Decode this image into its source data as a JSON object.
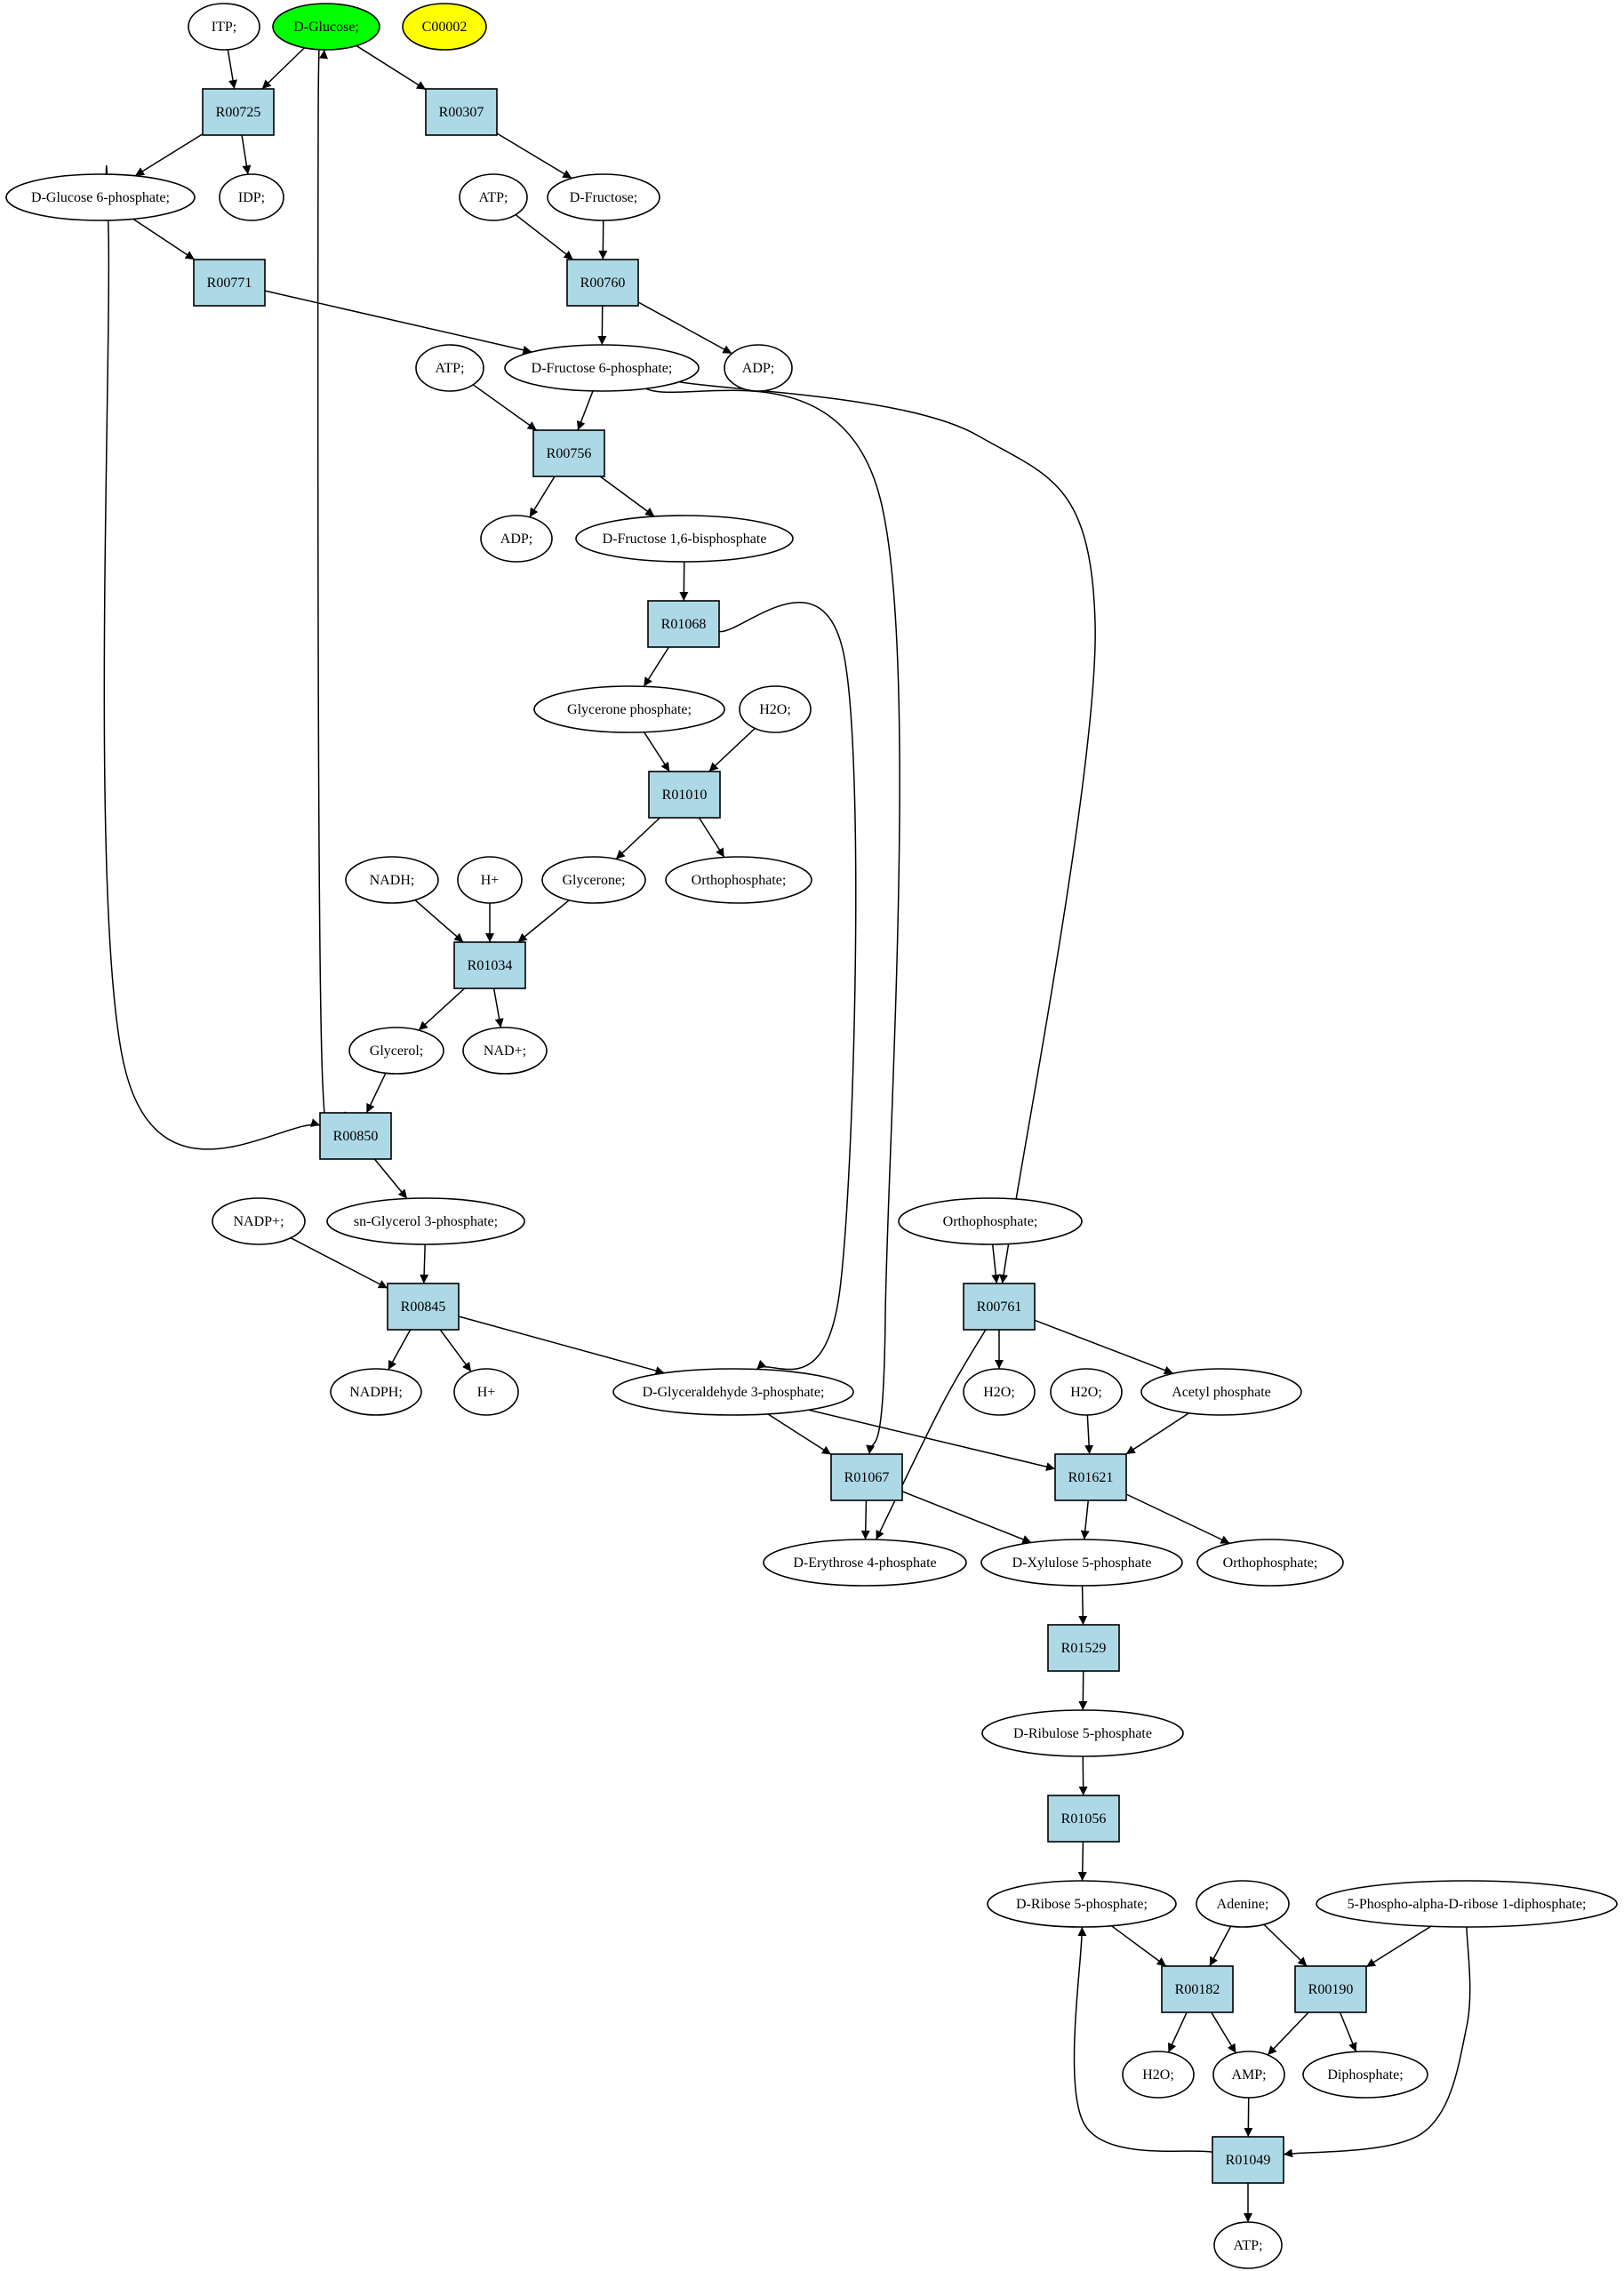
{
  "diagram": {
    "colors": {
      "reaction_fill": "#add8e6",
      "compound_fill": "#ffffff",
      "highlight_green": "#00ff00",
      "highlight_yellow": "#ffff00",
      "stroke": "#000000"
    },
    "nodes": [
      {
        "id": "itp",
        "kind": "compound",
        "label": "ITP;"
      },
      {
        "id": "dglucose",
        "kind": "compound",
        "label": "D-Glucose;",
        "fill": "#00ff00"
      },
      {
        "id": "c00002",
        "kind": "compound",
        "label": "C00002",
        "fill": "#ffff00"
      },
      {
        "id": "r00725",
        "kind": "reaction",
        "label": "R00725"
      },
      {
        "id": "r00307",
        "kind": "reaction",
        "label": "R00307"
      },
      {
        "id": "dg6p",
        "kind": "compound",
        "label": "D-Glucose 6-phosphate;"
      },
      {
        "id": "idp",
        "kind": "compound",
        "label": "IDP;"
      },
      {
        "id": "atp1",
        "kind": "compound",
        "label": "ATP;"
      },
      {
        "id": "dfructose",
        "kind": "compound",
        "label": "D-Fructose;"
      },
      {
        "id": "r00771",
        "kind": "reaction",
        "label": "R00771"
      },
      {
        "id": "r00760",
        "kind": "reaction",
        "label": "R00760"
      },
      {
        "id": "adp1",
        "kind": "compound",
        "label": "ADP;"
      },
      {
        "id": "atp2",
        "kind": "compound",
        "label": "ATP;"
      },
      {
        "id": "df6p",
        "kind": "compound",
        "label": "D-Fructose 6-phosphate;"
      },
      {
        "id": "r00756",
        "kind": "reaction",
        "label": "R00756"
      },
      {
        "id": "adp2",
        "kind": "compound",
        "label": "ADP;"
      },
      {
        "id": "df16bp",
        "kind": "compound",
        "label": "D-Fructose 1,6-bisphosphate"
      },
      {
        "id": "r01068",
        "kind": "reaction",
        "label": "R01068"
      },
      {
        "id": "glyceronep",
        "kind": "compound",
        "label": "Glycerone phosphate;"
      },
      {
        "id": "h2o1",
        "kind": "compound",
        "label": "H2O;"
      },
      {
        "id": "r01010",
        "kind": "reaction",
        "label": "R01010"
      },
      {
        "id": "nadh",
        "kind": "compound",
        "label": "NADH;"
      },
      {
        "id": "hplus1",
        "kind": "compound",
        "label": "H+"
      },
      {
        "id": "glycerone",
        "kind": "compound",
        "label": "Glycerone;"
      },
      {
        "id": "ortho1",
        "kind": "compound",
        "label": "Orthophosphate;"
      },
      {
        "id": "r01034",
        "kind": "reaction",
        "label": "R01034"
      },
      {
        "id": "glycerol",
        "kind": "compound",
        "label": "Glycerol;"
      },
      {
        "id": "nadp1",
        "kind": "compound",
        "label": "NAD+;"
      },
      {
        "id": "r00850",
        "kind": "reaction",
        "label": "R00850"
      },
      {
        "id": "nadpplus",
        "kind": "compound",
        "label": "NADP+;"
      },
      {
        "id": "sng3p",
        "kind": "compound",
        "label": "sn-Glycerol 3-phosphate;"
      },
      {
        "id": "ortho2",
        "kind": "compound",
        "label": "Orthophosphate;"
      },
      {
        "id": "r00845",
        "kind": "reaction",
        "label": "R00845"
      },
      {
        "id": "r00761",
        "kind": "reaction",
        "label": "R00761"
      },
      {
        "id": "nadph",
        "kind": "compound",
        "label": "NADPH;"
      },
      {
        "id": "hplus2",
        "kind": "compound",
        "label": "H+"
      },
      {
        "id": "dga3p",
        "kind": "compound",
        "label": "D-Glyceraldehyde 3-phosphate;"
      },
      {
        "id": "h2o2",
        "kind": "compound",
        "label": "H2O;"
      },
      {
        "id": "h2o3",
        "kind": "compound",
        "label": "H2O;"
      },
      {
        "id": "acetylp",
        "kind": "compound",
        "label": "Acetyl phosphate"
      },
      {
        "id": "r01067",
        "kind": "reaction",
        "label": "R01067"
      },
      {
        "id": "r01621",
        "kind": "reaction",
        "label": "R01621"
      },
      {
        "id": "de4p",
        "kind": "compound",
        "label": "D-Erythrose 4-phosphate"
      },
      {
        "id": "dx5p",
        "kind": "compound",
        "label": "D-Xylulose 5-phosphate"
      },
      {
        "id": "ortho3",
        "kind": "compound",
        "label": "Orthophosphate;"
      },
      {
        "id": "r01529",
        "kind": "reaction",
        "label": "R01529"
      },
      {
        "id": "dru5p",
        "kind": "compound",
        "label": "D-Ribulose 5-phosphate"
      },
      {
        "id": "r01056",
        "kind": "reaction",
        "label": "R01056"
      },
      {
        "id": "dr5p",
        "kind": "compound",
        "label": "D-Ribose 5-phosphate;"
      },
      {
        "id": "adenine",
        "kind": "compound",
        "label": "Adenine;"
      },
      {
        "id": "prpp",
        "kind": "compound",
        "label": "5-Phospho-alpha-D-ribose 1-diphosphate;"
      },
      {
        "id": "r00182",
        "kind": "reaction",
        "label": "R00182"
      },
      {
        "id": "r00190",
        "kind": "reaction",
        "label": "R00190"
      },
      {
        "id": "h2o4",
        "kind": "compound",
        "label": "H2O;"
      },
      {
        "id": "amp",
        "kind": "compound",
        "label": "AMP;"
      },
      {
        "id": "diphosphate",
        "kind": "compound",
        "label": "Diphosphate;"
      },
      {
        "id": "r01049",
        "kind": "reaction",
        "label": "R01049"
      },
      {
        "id": "atp3",
        "kind": "compound",
        "label": "ATP;"
      }
    ],
    "edges": [
      {
        "from": "itp",
        "to": "r00725"
      },
      {
        "from": "dglucose",
        "to": "r00725"
      },
      {
        "from": "dglucose",
        "to": "r00307"
      },
      {
        "from": "r00725",
        "to": "dg6p"
      },
      {
        "from": "r00725",
        "to": "idp"
      },
      {
        "from": "r00307",
        "to": "dfructose"
      },
      {
        "from": "atp1",
        "to": "r00760"
      },
      {
        "from": "dfructose",
        "to": "r00760"
      },
      {
        "from": "dg6p",
        "to": "r00771"
      },
      {
        "from": "dg6p",
        "to": "r00850"
      },
      {
        "from": "r00771",
        "to": "df6p"
      },
      {
        "from": "r00760",
        "to": "df6p"
      },
      {
        "from": "r00760",
        "to": "adp1"
      },
      {
        "from": "atp2",
        "to": "r00756"
      },
      {
        "from": "df6p",
        "to": "r00756"
      },
      {
        "from": "df6p",
        "to": "r01067"
      },
      {
        "from": "df6p",
        "to": "r00761"
      },
      {
        "from": "r00756",
        "to": "adp2"
      },
      {
        "from": "r00756",
        "to": "df16bp"
      },
      {
        "from": "df16bp",
        "to": "r01068"
      },
      {
        "from": "r01068",
        "to": "glyceronep"
      },
      {
        "from": "r01068",
        "to": "dga3p"
      },
      {
        "from": "glyceronep",
        "to": "r01010"
      },
      {
        "from": "h2o1",
        "to": "r01010"
      },
      {
        "from": "r01010",
        "to": "glycerone"
      },
      {
        "from": "r01010",
        "to": "ortho1"
      },
      {
        "from": "nadh",
        "to": "r01034"
      },
      {
        "from": "hplus1",
        "to": "r01034"
      },
      {
        "from": "glycerone",
        "to": "r01034"
      },
      {
        "from": "r01034",
        "to": "glycerol"
      },
      {
        "from": "r01034",
        "to": "nadp1"
      },
      {
        "from": "glycerol",
        "to": "r00850"
      },
      {
        "from": "r00850",
        "to": "dglucose"
      },
      {
        "from": "r00850",
        "to": "sng3p"
      },
      {
        "from": "nadpplus",
        "to": "r00845"
      },
      {
        "from": "sng3p",
        "to": "r00845"
      },
      {
        "from": "r00845",
        "to": "nadph"
      },
      {
        "from": "r00845",
        "to": "hplus2"
      },
      {
        "from": "r00845",
        "to": "dga3p"
      },
      {
        "from": "ortho2",
        "to": "r00761"
      },
      {
        "from": "r00761",
        "to": "h2o2"
      },
      {
        "from": "r00761",
        "to": "acetylp"
      },
      {
        "from": "r00761",
        "to": "de4p"
      },
      {
        "from": "dga3p",
        "to": "r01067"
      },
      {
        "from": "dga3p",
        "to": "r01621"
      },
      {
        "from": "h2o3",
        "to": "r01621"
      },
      {
        "from": "acetylp",
        "to": "r01621"
      },
      {
        "from": "r01067",
        "to": "de4p"
      },
      {
        "from": "r01067",
        "to": "dx5p"
      },
      {
        "from": "r01621",
        "to": "dx5p"
      },
      {
        "from": "r01621",
        "to": "ortho3"
      },
      {
        "from": "dx5p",
        "to": "r01529"
      },
      {
        "from": "r01529",
        "to": "dru5p"
      },
      {
        "from": "dru5p",
        "to": "r01056"
      },
      {
        "from": "r01056",
        "to": "dr5p"
      },
      {
        "from": "dr5p",
        "to": "r00182"
      },
      {
        "from": "adenine",
        "to": "r00182"
      },
      {
        "from": "adenine",
        "to": "r00190"
      },
      {
        "from": "prpp",
        "to": "r00190"
      },
      {
        "from": "prpp",
        "to": "r01049"
      },
      {
        "from": "r00182",
        "to": "h2o4"
      },
      {
        "from": "r00182",
        "to": "amp"
      },
      {
        "from": "r00190",
        "to": "amp"
      },
      {
        "from": "r00190",
        "to": "diphosphate"
      },
      {
        "from": "amp",
        "to": "r01049"
      },
      {
        "from": "r01049",
        "to": "dr5p"
      },
      {
        "from": "r01049",
        "to": "atp3"
      }
    ]
  }
}
